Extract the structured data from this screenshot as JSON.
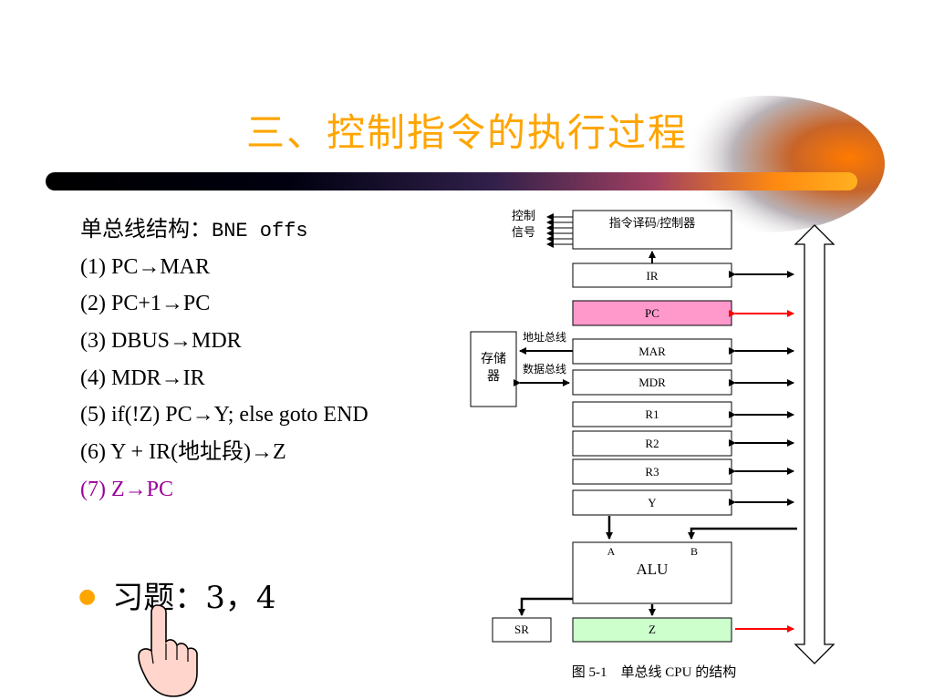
{
  "slide": {
    "title": "三、控制指令的执行过程",
    "steps": [
      "单总线结构：",
      "BNE offs",
      "(1) PC→MAR",
      "(2) PC+1→PC",
      "(3) DBUS→MDR",
      "(4) MDR→IR",
      "(5) if(!Z) PC→Y; else goto END",
      "(6) Y + IR(地址段)→Z",
      "(7) Z→PC"
    ],
    "exercise": "习题：3，4",
    "bullet_color": "#ffa500",
    "title_color": "#ffa500",
    "highlight_color": "#990099"
  },
  "diagram": {
    "control_label_1": "控制",
    "control_label_2": "信号",
    "controller": "指令译码/控制器",
    "registers": {
      "ir": "IR",
      "pc": "PC",
      "mar": "MAR",
      "mdr": "MDR",
      "r1": "R1",
      "r2": "R2",
      "r3": "R3",
      "y": "Y"
    },
    "memory_1": "存储",
    "memory_2": "器",
    "address_bus": "地址总线",
    "data_bus": "数据总线",
    "alu": "ALU",
    "alu_a": "A",
    "alu_b": "B",
    "sr": "SR",
    "z": "Z",
    "caption": "图 5-1　单总线 CPU 的结构",
    "pc_fill": "#ff99cc",
    "z_fill": "#ccffcc",
    "active_arrow_color": "#ff0000"
  }
}
